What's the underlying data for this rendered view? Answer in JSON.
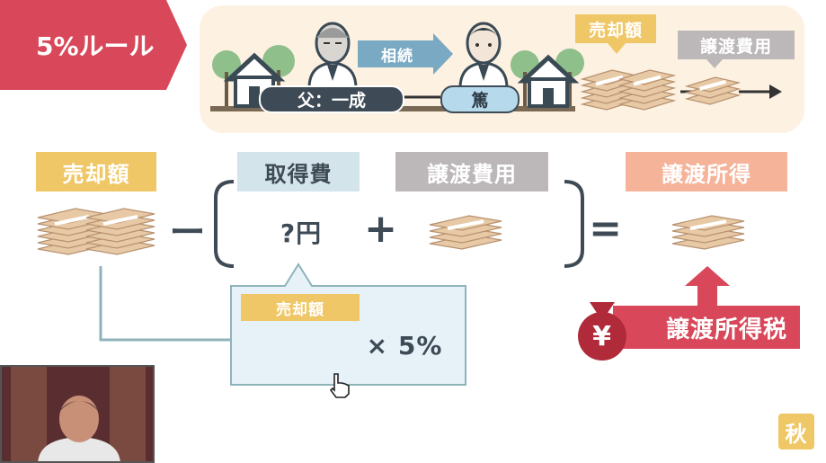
{
  "title": "5%ルール",
  "story": {
    "father_label": "父：一成",
    "inherit_label": "相続",
    "son_label": "篤",
    "sale_label": "売却額",
    "transfer_cost_label": "譲渡費用"
  },
  "equation": {
    "sale_label": "売却額",
    "minus": "ー",
    "acquisition_label": "取得費",
    "unknown_value": "?円",
    "plus": "+",
    "transfer_cost_label": "譲渡費用",
    "equals": "=",
    "income_label": "譲渡所得"
  },
  "callout": {
    "sale_label": "売却額",
    "multiplier": "× 5%"
  },
  "tax": {
    "yen_symbol": "¥",
    "label": "譲渡所得税"
  },
  "corner_badge": "秋",
  "colors": {
    "ribbon": "#d9485a",
    "sale": "#f0c766",
    "acquisition": "#d3e4ea",
    "transfer_cost": "#bcb7b8",
    "income": "#f5b39a",
    "tax": "#d9485a",
    "money": "#e8c9a5"
  }
}
